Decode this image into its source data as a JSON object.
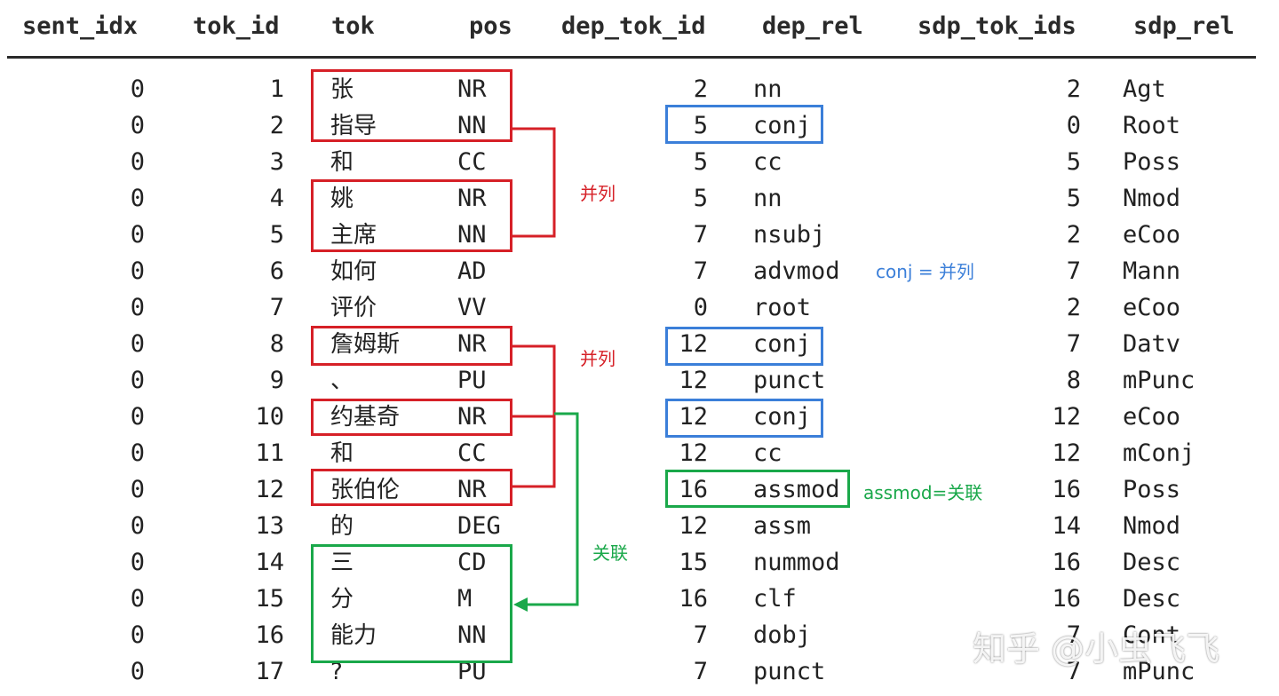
{
  "headers": [
    "sent_idx",
    "tok_id",
    "tok",
    "pos",
    "dep_tok_id",
    "dep_rel",
    "sdp_tok_ids",
    "sdp_rel"
  ],
  "rows": [
    [
      "0",
      "1",
      "张",
      "NR",
      "2",
      "nn",
      "2",
      "Agt"
    ],
    [
      "0",
      "2",
      "指导",
      "NN",
      "5",
      "conj",
      "0",
      "Root"
    ],
    [
      "0",
      "3",
      "和",
      "CC",
      "5",
      "cc",
      "5",
      "Poss"
    ],
    [
      "0",
      "4",
      "姚",
      "NR",
      "5",
      "nn",
      "5",
      "Nmod"
    ],
    [
      "0",
      "5",
      "主席",
      "NN",
      "7",
      "nsubj",
      "2",
      "eCoo"
    ],
    [
      "0",
      "6",
      "如何",
      "AD",
      "7",
      "advmod",
      "7",
      "Mann"
    ],
    [
      "0",
      "7",
      "评价",
      "VV",
      "0",
      "root",
      "2",
      "eCoo"
    ],
    [
      "0",
      "8",
      "詹姆斯",
      "NR",
      "12",
      "conj",
      "7",
      "Datv"
    ],
    [
      "0",
      "9",
      "、",
      "PU",
      "12",
      "punct",
      "8",
      "mPunc"
    ],
    [
      "0",
      "10",
      "约基奇",
      "NR",
      "12",
      "conj",
      "12",
      "eCoo"
    ],
    [
      "0",
      "11",
      "和",
      "CC",
      "12",
      "cc",
      "12",
      "mConj"
    ],
    [
      "0",
      "12",
      "张伯伦",
      "NR",
      "16",
      "assmod",
      "16",
      "Poss"
    ],
    [
      "0",
      "13",
      "的",
      "DEG",
      "12",
      "assm",
      "14",
      "Nmod"
    ],
    [
      "0",
      "14",
      "三",
      "CD",
      "15",
      "nummod",
      "16",
      "Desc"
    ],
    [
      "0",
      "15",
      "分",
      "M",
      "16",
      "clf",
      "16",
      "Desc"
    ],
    [
      "0",
      "16",
      "能力",
      "NN",
      "7",
      "dobj",
      "7",
      "Cont"
    ],
    [
      "0",
      "17",
      "?",
      "PU",
      "7",
      "punct",
      "7",
      "mPunc"
    ]
  ],
  "annotations": {
    "parallel_1": "并列",
    "parallel_2": "并列",
    "conj_note": "conj = 并列",
    "assmod_note": "assmod=关联",
    "related": "关联"
  },
  "watermark": "知乎 @小虫飞飞",
  "colors": {
    "red": "#d62027",
    "blue": "#3b7fd9",
    "green": "#1aa84a",
    "text": "#222222"
  }
}
